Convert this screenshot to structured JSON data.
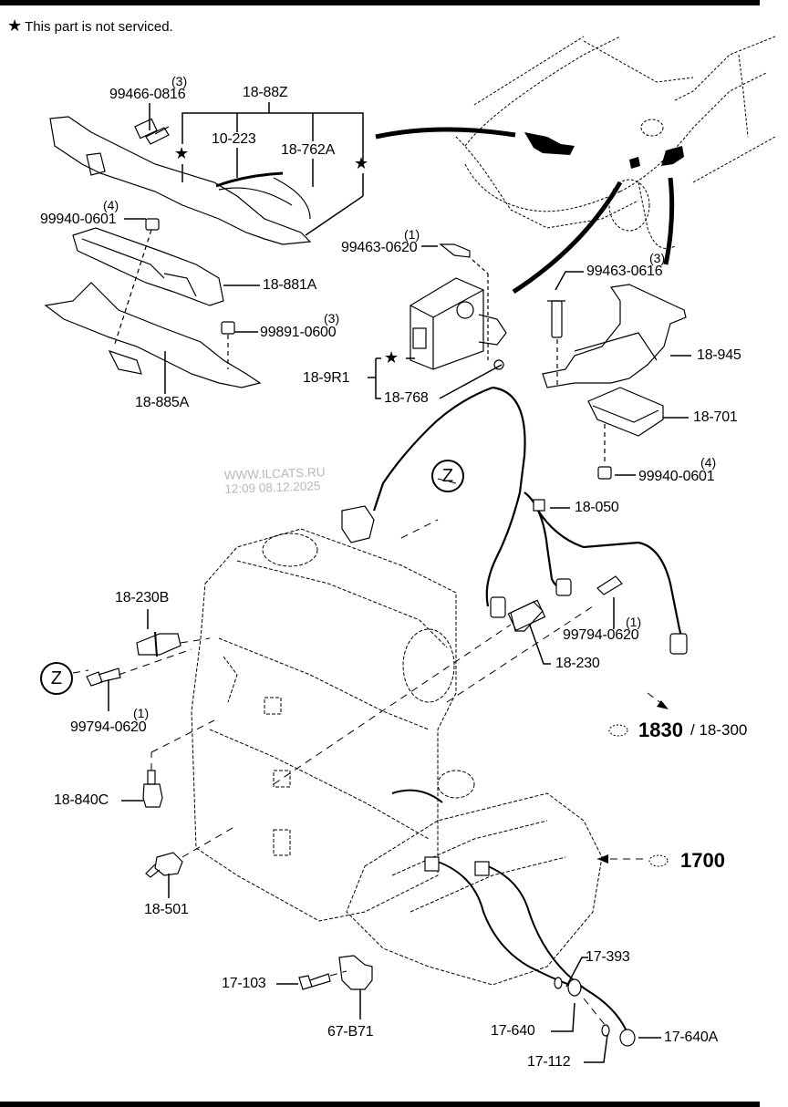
{
  "note": {
    "symbol": "★",
    "text": "This part is not serviced."
  },
  "watermark": {
    "site": "WWW.ILCATS.RU",
    "timestamp": "12:09 08.12.2025"
  },
  "callouts": {
    "z_marker": "Z",
    "star": "★",
    "parts": {
      "p99466_0816": {
        "number": "99466-0816",
        "qty": "(3)"
      },
      "p18_88Z": {
        "number": "18-88Z"
      },
      "p10_223": {
        "number": "10-223"
      },
      "p18_762A": {
        "number": "18-762A"
      },
      "p99940_0601_top": {
        "number": "99940-0601",
        "qty": "(4)"
      },
      "p18_881A": {
        "number": "18-881A"
      },
      "p99891_0600": {
        "number": "99891-0600",
        "qty": "(3)"
      },
      "p18_885A": {
        "number": "18-885A"
      },
      "p99463_0620": {
        "number": "99463-0620",
        "qty": "(1)"
      },
      "p18_9R1": {
        "number": "18-9R1"
      },
      "p18_768": {
        "number": "18-768"
      },
      "p99463_0616": {
        "number": "99463-0616",
        "qty": "(3)"
      },
      "p18_945": {
        "number": "18-945"
      },
      "p18_701": {
        "number": "18-701"
      },
      "p99940_0601_right": {
        "number": "99940-0601",
        "qty": "(4)"
      },
      "p18_050": {
        "number": "18-050"
      },
      "p99794_0620_right": {
        "number": "99794-0620",
        "qty": "(1)"
      },
      "p18_230": {
        "number": "18-230"
      },
      "p18_230B": {
        "number": "18-230B"
      },
      "p99794_0620_left": {
        "number": "99794-0620",
        "qty": "(1)"
      },
      "p18_840C": {
        "number": "18-840C"
      },
      "p18_501": {
        "number": "18-501"
      },
      "p17_103": {
        "number": "17-103"
      },
      "p67_B71": {
        "number": "67-B71"
      },
      "p17_393": {
        "number": "17-393"
      },
      "p17_640": {
        "number": "17-640"
      },
      "p17_112": {
        "number": "17-112"
      },
      "p17_640A": {
        "number": "17-640A"
      }
    },
    "refs": {
      "ref_1830": {
        "group": "1830",
        "part": "/ 18-300"
      },
      "ref_1700": {
        "group": "1700"
      }
    }
  }
}
